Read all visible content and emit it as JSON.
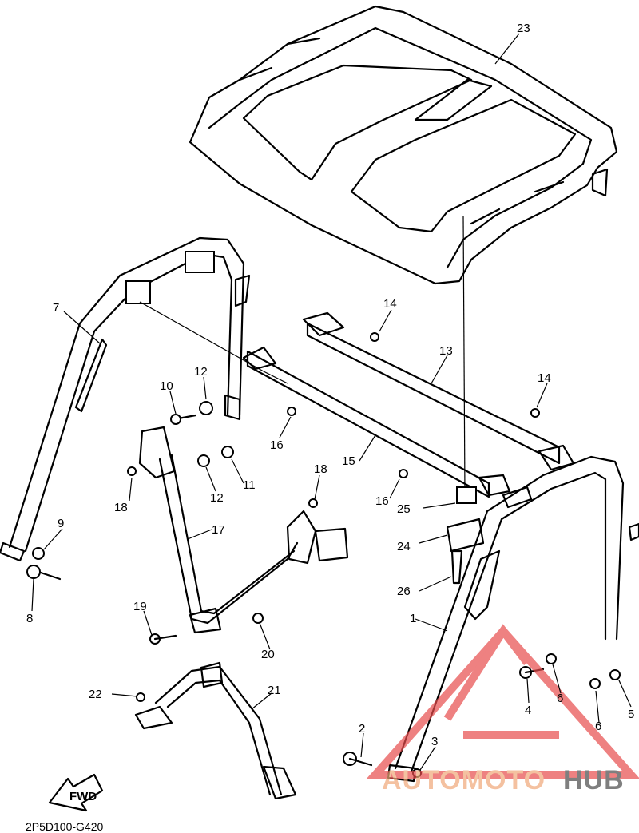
{
  "diagram_code": "2P5D100-G420",
  "fwd_label": "FWD",
  "watermark": {
    "part1": "AUTOMOTO",
    "part2": "HUB",
    "color1": "#f0a878",
    "color2": "#4a4a4a",
    "logo_color": "#e84c4c"
  },
  "callouts": [
    {
      "id": "23",
      "text": "23"
    },
    {
      "id": "7",
      "text": "7"
    },
    {
      "id": "14a",
      "text": "14"
    },
    {
      "id": "13",
      "text": "13"
    },
    {
      "id": "10",
      "text": "10"
    },
    {
      "id": "12a",
      "text": "12"
    },
    {
      "id": "16a",
      "text": "16"
    },
    {
      "id": "14b",
      "text": "14"
    },
    {
      "id": "11",
      "text": "11"
    },
    {
      "id": "12b",
      "text": "12"
    },
    {
      "id": "15",
      "text": "15"
    },
    {
      "id": "18a",
      "text": "18"
    },
    {
      "id": "18b",
      "text": "18"
    },
    {
      "id": "16b",
      "text": "16"
    },
    {
      "id": "25",
      "text": "25"
    },
    {
      "id": "24",
      "text": "24"
    },
    {
      "id": "17",
      "text": "17"
    },
    {
      "id": "9",
      "text": "9"
    },
    {
      "id": "26",
      "text": "26"
    },
    {
      "id": "8",
      "text": "8"
    },
    {
      "id": "1",
      "text": "1"
    },
    {
      "id": "19",
      "text": "19"
    },
    {
      "id": "20",
      "text": "20"
    },
    {
      "id": "4",
      "text": "4"
    },
    {
      "id": "6a",
      "text": "6"
    },
    {
      "id": "5",
      "text": "5"
    },
    {
      "id": "22",
      "text": "22"
    },
    {
      "id": "21",
      "text": "21"
    },
    {
      "id": "6b",
      "text": "6"
    },
    {
      "id": "2",
      "text": "2"
    },
    {
      "id": "3",
      "text": "3"
    }
  ]
}
